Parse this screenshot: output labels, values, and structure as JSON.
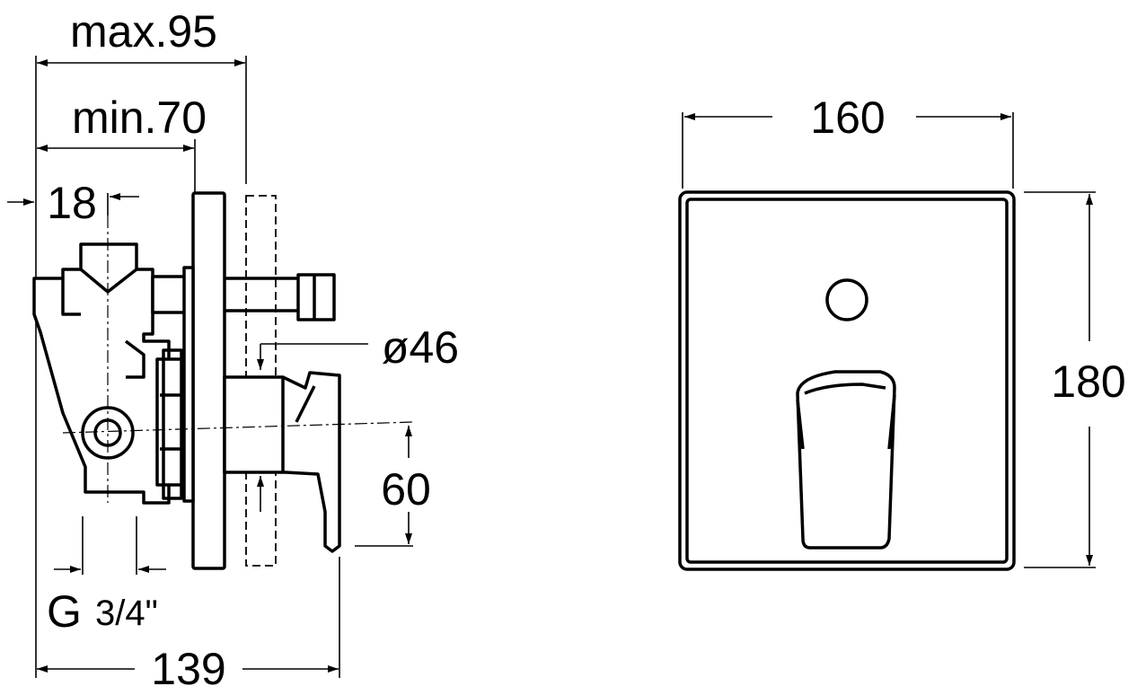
{
  "dimensions": {
    "max_depth": "max.95",
    "min_depth": "min.70",
    "offset": "18",
    "flange_diameter": "ø46",
    "lever_offset": "60",
    "thread": "G",
    "thread_fraction": "3/4\"",
    "total_depth": "139",
    "plate_width": "160",
    "plate_height": "180"
  }
}
